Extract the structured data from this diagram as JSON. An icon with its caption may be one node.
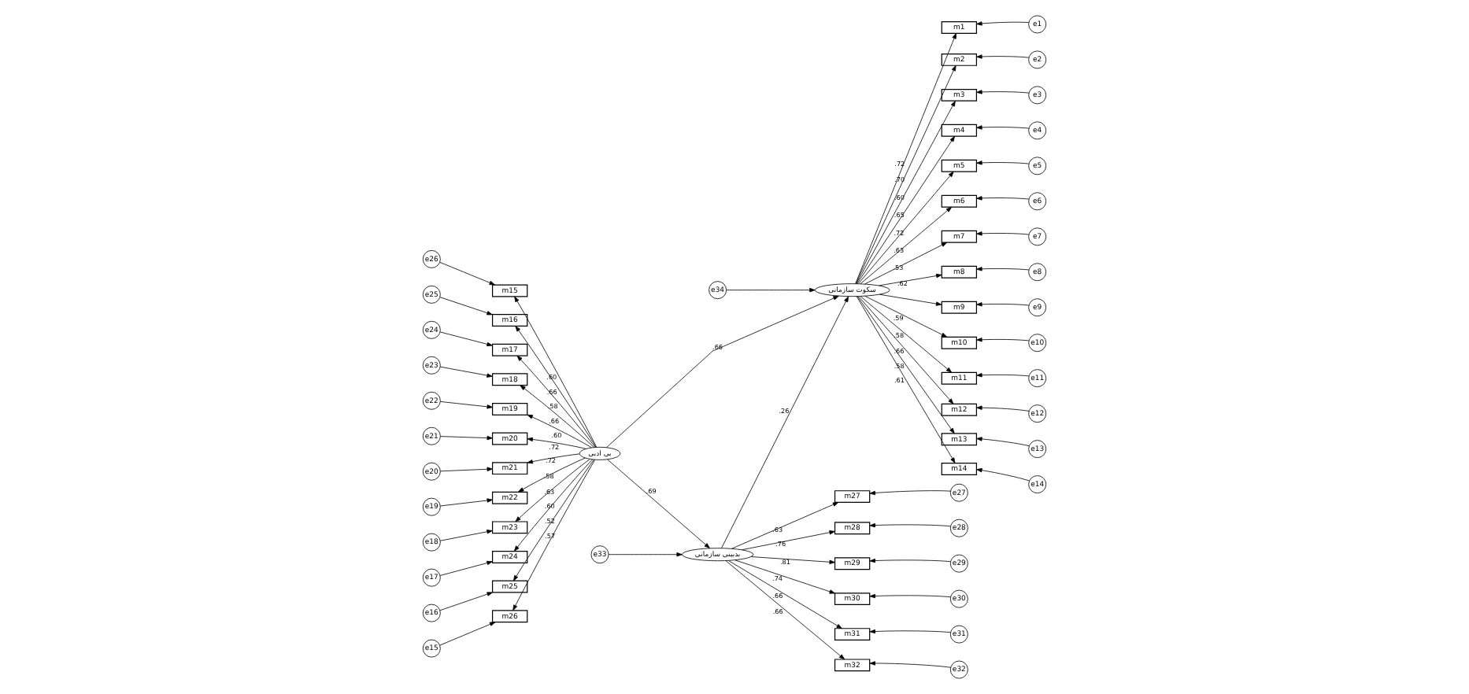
{
  "diagram": {
    "nodes": [
      {
        "text": [
          "e27"
        ]
      },
      {
        "text": [
          "e28"
        ]
      },
      {
        "text": [
          "e29"
        ]
      },
      {
        "text": [
          "e30"
        ]
      },
      {
        "text": [
          "e31"
        ]
      },
      {
        "text": [
          "e32"
        ]
      },
      {
        "text": [
          "m27"
        ]
      },
      {
        "text": [
          "m28"
        ]
      },
      {
        "text": [
          "m29"
        ]
      },
      {
        "text": [
          "m30"
        ]
      },
      {
        "text": [
          "m31"
        ]
      },
      {
        "text": [
          "m32"
        ]
      },
      {
        "text": [
          "بدبینی سازمانی"
        ]
      },
      {
        "text": [
          "e33"
        ]
      },
      {
        "text": [
          "e34"
        ]
      },
      {
        "text": [
          "e26"
        ]
      },
      {
        "text": [
          "e25"
        ]
      },
      {
        "text": [
          "e24"
        ]
      },
      {
        "text": [
          "e23"
        ]
      },
      {
        "text": [
          "e22"
        ]
      },
      {
        "text": [
          "e21"
        ]
      },
      {
        "text": [
          "e20"
        ]
      },
      {
        "text": [
          "e19"
        ]
      },
      {
        "text": [
          "e18"
        ]
      },
      {
        "text": [
          "e17"
        ]
      },
      {
        "text": [
          "e16"
        ]
      },
      {
        "text": [
          "e15"
        ]
      },
      {
        "text": [
          "m15"
        ]
      },
      {
        "text": [
          "m16"
        ]
      },
      {
        "text": [
          "m17"
        ]
      },
      {
        "text": [
          "m18"
        ]
      },
      {
        "text": [
          "m19"
        ]
      },
      {
        "text": [
          "m20"
        ]
      },
      {
        "text": [
          "m21"
        ]
      },
      {
        "text": [
          "m22"
        ]
      },
      {
        "text": [
          "m23"
        ]
      },
      {
        "text": [
          "m24"
        ]
      },
      {
        "text": [
          "m25"
        ]
      },
      {
        "text": [
          "m26"
        ]
      },
      {
        "text": [
          "بی ادبی"
        ]
      },
      {
        "text": [
          "سکوت سازمانی"
        ]
      },
      {
        "text": [
          "m1"
        ]
      },
      {
        "text": [
          "m2"
        ]
      },
      {
        "text": [
          "m3"
        ]
      },
      {
        "text": [
          "m4"
        ]
      },
      {
        "text": [
          "m5"
        ]
      },
      {
        "text": [
          "m6"
        ]
      },
      {
        "text": [
          "m7"
        ]
      },
      {
        "text": [
          "m8"
        ]
      },
      {
        "text": [
          "m9"
        ]
      },
      {
        "text": [
          "m10"
        ]
      },
      {
        "text": [
          "m11"
        ]
      },
      {
        "text": [
          "m12"
        ]
      },
      {
        "text": [
          "m13"
        ]
      },
      {
        "text": [
          "m14"
        ]
      },
      {
        "text": [
          "e1"
        ]
      },
      {
        "text": [
          "e2"
        ]
      },
      {
        "text": [
          "e3"
        ]
      },
      {
        "text": [
          "e4"
        ]
      },
      {
        "text": [
          "e5"
        ]
      },
      {
        "text": [
          "e6"
        ]
      },
      {
        "text": [
          "e7"
        ]
      },
      {
        "text": [
          "e8"
        ]
      },
      {
        "text": [
          "e9"
        ]
      },
      {
        "text": [
          "e10"
        ]
      },
      {
        "text": [
          "e11"
        ]
      },
      {
        "text": [
          "e12"
        ]
      },
      {
        "text": [
          "e13"
        ]
      },
      {
        "text": [
          "e14"
        ]
      }
    ],
    "edges": [
      {
        "from": 0,
        "to": 6,
        "arrow": "to"
      },
      {
        "from": 1,
        "to": 7,
        "arrow": "to"
      },
      {
        "from": 2,
        "to": 8,
        "arrow": "to"
      },
      {
        "from": 3,
        "to": 9,
        "arrow": "to"
      },
      {
        "from": 4,
        "to": 10,
        "arrow": "to"
      },
      {
        "from": 5,
        "to": 11,
        "arrow": "to"
      },
      {
        "from": 12,
        "to": 6,
        "arrow": "to",
        "label": ".63"
      },
      {
        "from": 12,
        "to": 7,
        "arrow": "to",
        "label": ".76"
      },
      {
        "from": 12,
        "to": 8,
        "arrow": "to",
        "label": ".81"
      },
      {
        "from": 12,
        "to": 9,
        "arrow": "to",
        "label": ".74"
      },
      {
        "from": 12,
        "to": 10,
        "arrow": "to",
        "label": ".66"
      },
      {
        "from": 12,
        "to": 11,
        "arrow": "to",
        "label": ".66"
      },
      {
        "from": 13,
        "to": 12,
        "arrow": "to"
      },
      {
        "from": 39,
        "to": 12,
        "arrow": "to",
        "label": ".69"
      },
      {
        "from": 12,
        "to": 40,
        "arrow": "to",
        "label": ".26"
      },
      {
        "from": 39,
        "to": 40,
        "arrow": "to",
        "label": ".66"
      },
      {
        "from": 14,
        "to": 40,
        "arrow": "to"
      },
      {
        "from": 15,
        "to": 27,
        "arrow": "to"
      },
      {
        "from": 16,
        "to": 28,
        "arrow": "to"
      },
      {
        "from": 17,
        "to": 29,
        "arrow": "to"
      },
      {
        "from": 18,
        "to": 30,
        "arrow": "to"
      },
      {
        "from": 19,
        "to": 31,
        "arrow": "to"
      },
      {
        "from": 20,
        "to": 32,
        "arrow": "to"
      },
      {
        "from": 21,
        "to": 33,
        "arrow": "to"
      },
      {
        "from": 22,
        "to": 34,
        "arrow": "to"
      },
      {
        "from": 23,
        "to": 35,
        "arrow": "to"
      },
      {
        "from": 24,
        "to": 36,
        "arrow": "to"
      },
      {
        "from": 25,
        "to": 37,
        "arrow": "to"
      },
      {
        "from": 26,
        "to": 38,
        "arrow": "to"
      },
      {
        "from": 39,
        "to": 27,
        "arrow": "to",
        "label": ".60"
      },
      {
        "from": 39,
        "to": 28,
        "arrow": "to",
        "label": ".66"
      },
      {
        "from": 39,
        "to": 29,
        "arrow": "to",
        "label": ".58"
      },
      {
        "from": 39,
        "to": 30,
        "arrow": "to",
        "label": ".66"
      },
      {
        "from": 39,
        "to": 31,
        "arrow": "to",
        "label": ".60"
      },
      {
        "from": 39,
        "to": 32,
        "arrow": "to",
        "label": ".72"
      },
      {
        "from": 39,
        "to": 33,
        "arrow": "to",
        "label": ".72"
      },
      {
        "from": 39,
        "to": 34,
        "arrow": "to",
        "label": ".58"
      },
      {
        "from": 39,
        "to": 35,
        "arrow": "to",
        "label": ".63"
      },
      {
        "from": 39,
        "to": 36,
        "arrow": "to",
        "label": ".60"
      },
      {
        "from": 39,
        "to": 37,
        "arrow": "to",
        "label": ".52"
      },
      {
        "from": 39,
        "to": 38,
        "arrow": "to",
        "label": ".57"
      },
      {
        "from": 40,
        "to": 41,
        "arrow": "to",
        "label": ".72"
      },
      {
        "from": 40,
        "to": 42,
        "arrow": "to",
        "label": ".70"
      },
      {
        "from": 40,
        "to": 43,
        "arrow": "to",
        "label": ".60"
      },
      {
        "from": 40,
        "to": 44,
        "arrow": "to",
        "label": ".65"
      },
      {
        "from": 40,
        "to": 45,
        "arrow": "to",
        "label": ".72"
      },
      {
        "from": 40,
        "to": 46,
        "arrow": "to",
        "label": ".63"
      },
      {
        "from": 40,
        "to": 47,
        "arrow": "to",
        "label": ".53"
      },
      {
        "from": 40,
        "to": 48,
        "arrow": "to",
        "label": ".62"
      },
      {
        "from": 40,
        "to": 49,
        "arrow": "to"
      },
      {
        "from": 40,
        "to": 50,
        "arrow": "to",
        "label": ".59"
      },
      {
        "from": 40,
        "to": 51,
        "arrow": "to",
        "label": ".58"
      },
      {
        "from": 40,
        "to": 52,
        "arrow": "to",
        "label": ".66"
      },
      {
        "from": 40,
        "to": 53,
        "arrow": "to",
        "label": ".58"
      },
      {
        "from": 40,
        "to": 54,
        "arrow": "to",
        "label": ".61"
      },
      {
        "from": 55,
        "to": 41,
        "arrow": "to"
      },
      {
        "from": 56,
        "to": 42,
        "arrow": "to"
      },
      {
        "from": 57,
        "to": 43,
        "arrow": "to"
      },
      {
        "from": 58,
        "to": 44,
        "arrow": "to"
      },
      {
        "from": 59,
        "to": 45,
        "arrow": "to"
      },
      {
        "from": 60,
        "to": 46,
        "arrow": "to"
      },
      {
        "from": 61,
        "to": 47,
        "arrow": "to"
      },
      {
        "from": 62,
        "to": 48,
        "arrow": "to"
      },
      {
        "from": 63,
        "to": 49,
        "arrow": "to"
      },
      {
        "from": 64,
        "to": 50,
        "arrow": "to"
      },
      {
        "from": 65,
        "to": 51,
        "arrow": "to"
      },
      {
        "from": 66,
        "to": 52,
        "arrow": "to"
      },
      {
        "from": 67,
        "to": 53,
        "arrow": "to"
      },
      {
        "from": 68,
        "to": 54,
        "arrow": "to"
      }
    ]
  }
}
